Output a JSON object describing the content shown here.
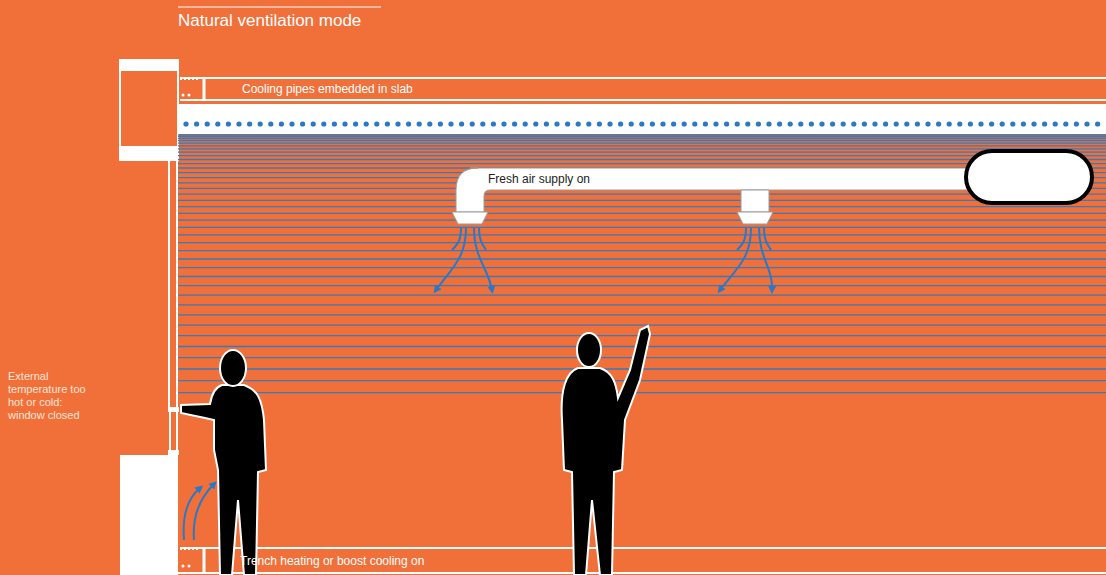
{
  "diagram": {
    "title": "Natural ventilation mode",
    "nodes": [
      {
        "text": [
          "Cooling pipes embedded in slab"
        ]
      },
      {
        "text": [
          "Fresh air supply on"
        ]
      },
      {
        "text": [
          "Trench heating or boost cooling on"
        ]
      }
    ],
    "labels": [
      "External temperature too hot or cold: window closed"
    ]
  }
}
